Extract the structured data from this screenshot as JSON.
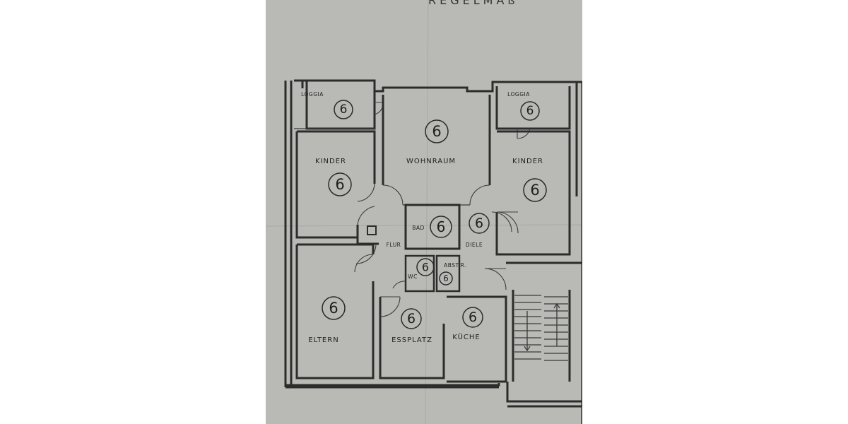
{
  "header": {
    "partial_title": "REGELMÄß"
  },
  "rooms": {
    "loggia_left": {
      "label": "LOGGIA",
      "number": "6"
    },
    "loggia_right": {
      "label": "LOGGIA",
      "number": "6"
    },
    "wohnraum": {
      "label": "WOHNRAUM",
      "number": "6"
    },
    "kinder_left": {
      "label": "KINDER",
      "number": "6"
    },
    "kinder_right": {
      "label": "KINDER",
      "number": "6"
    },
    "bad": {
      "label": "BAD",
      "number": "6"
    },
    "diele": {
      "label": "DIELE",
      "number": "6"
    },
    "flur": {
      "label": "FLUR"
    },
    "wc": {
      "label": "WC",
      "number": "6"
    },
    "abstellraum": {
      "label": "ABST.R.",
      "number": "6"
    },
    "eltern": {
      "label": "ELTERN",
      "number": "6"
    },
    "essplatz": {
      "label": "ESSPLATZ",
      "number": "6"
    },
    "kueche": {
      "label": "KÜCHE",
      "number": "6"
    }
  }
}
